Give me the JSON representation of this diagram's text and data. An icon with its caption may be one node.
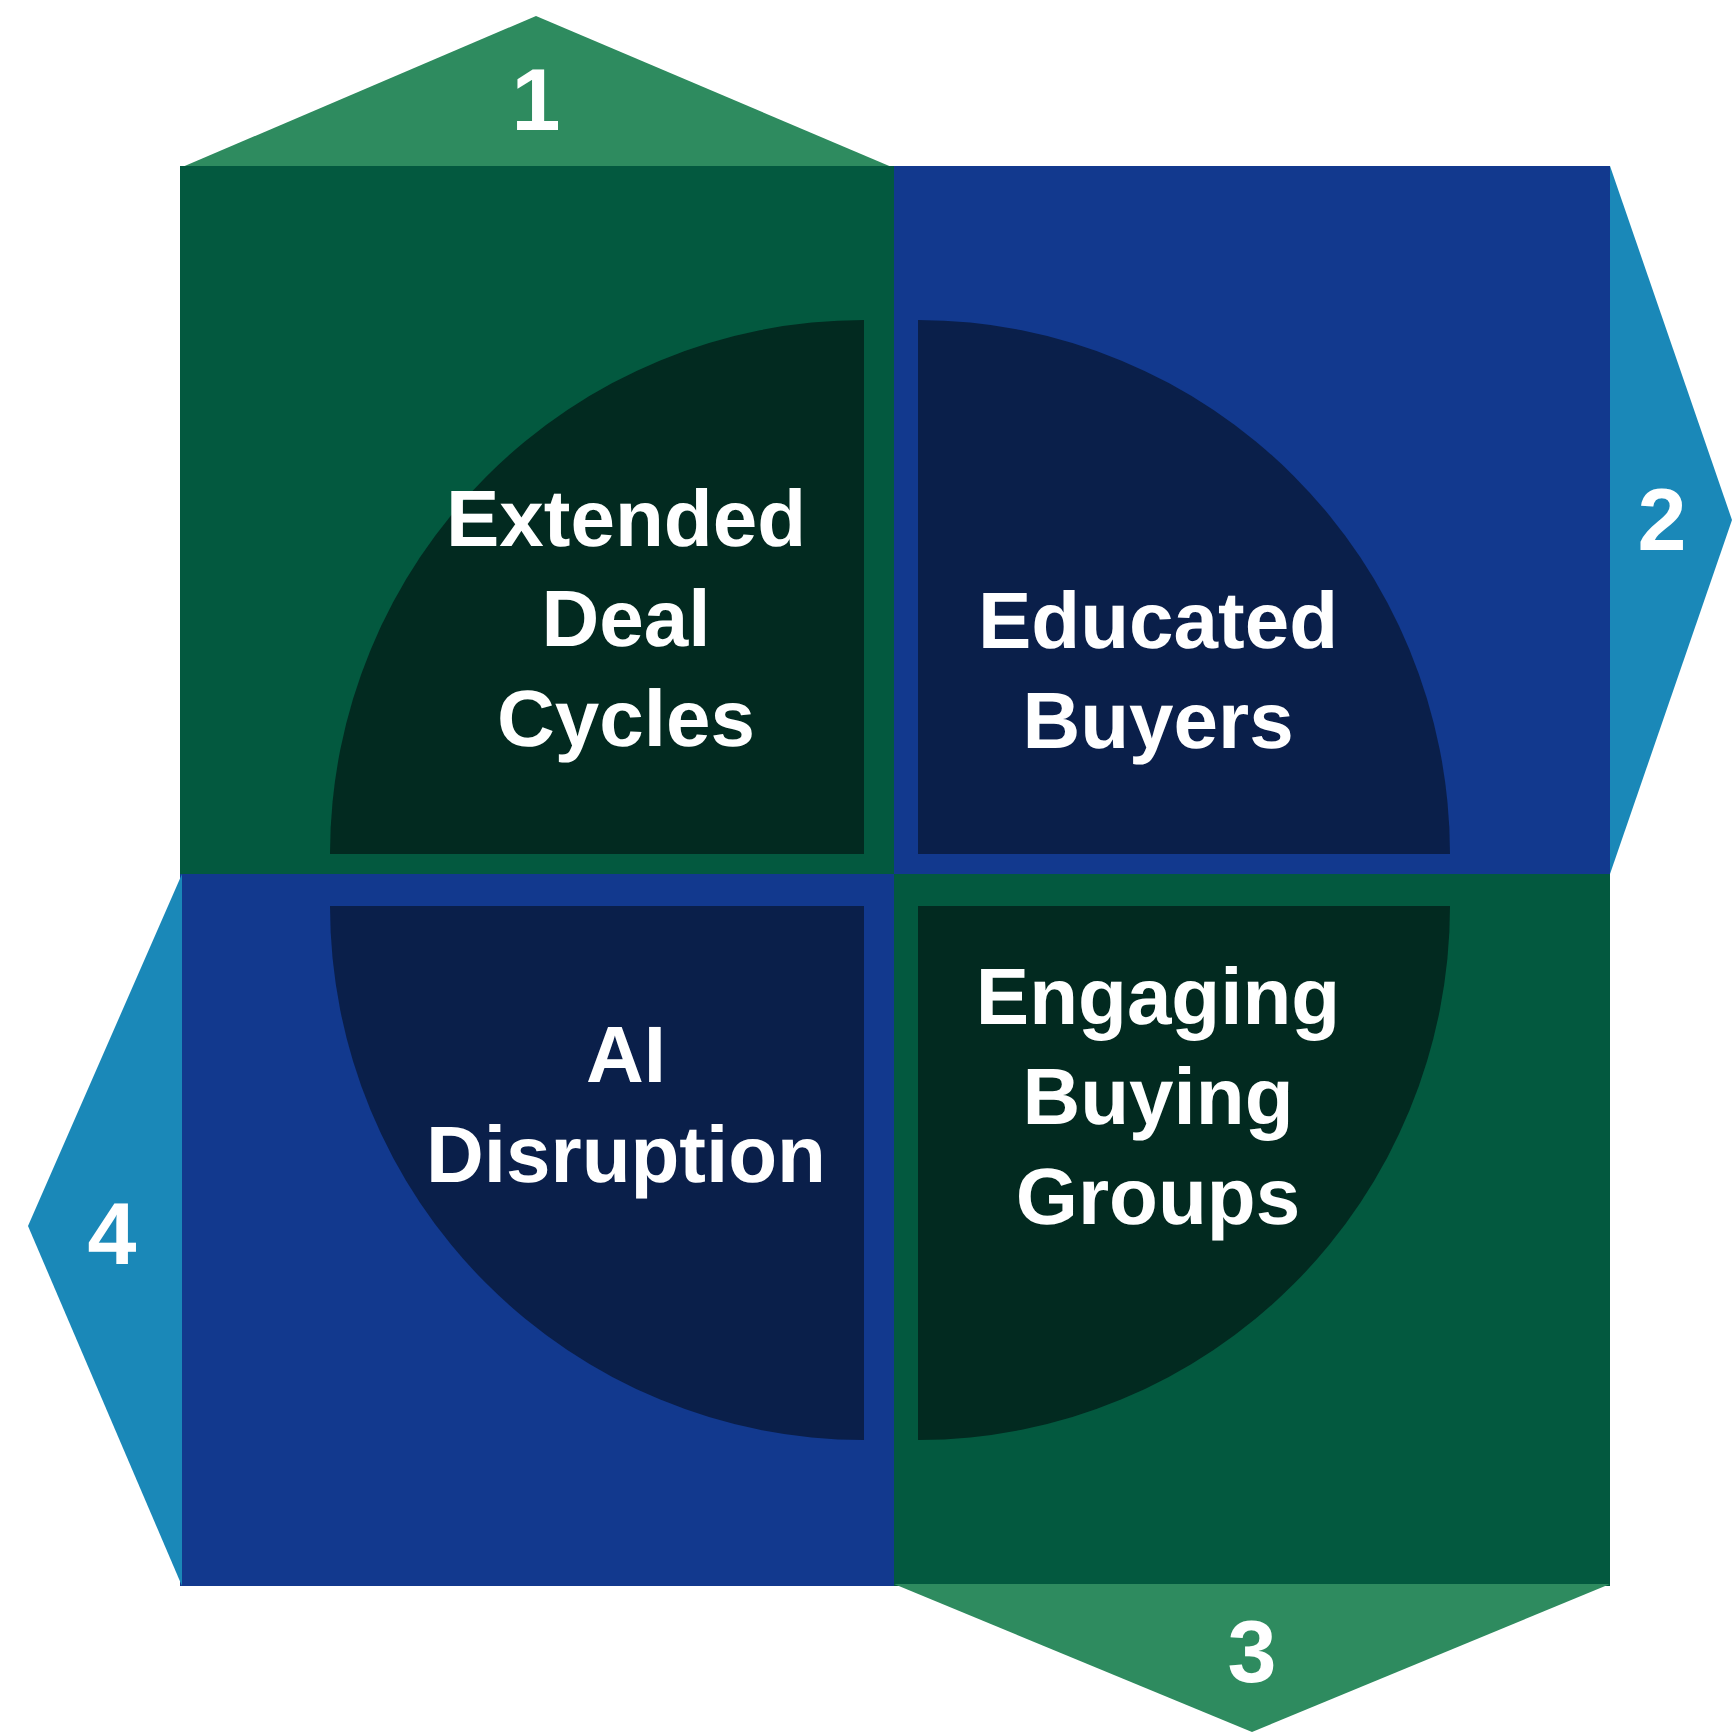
{
  "diagram": {
    "nodes": [
      {
        "text": [
          "1"
        ]
      },
      {
        "text": [],
        "shape": "box"
      },
      {
        "text": [
          "Extended Deal Cycles"
        ],
        "in": 1
      },
      {
        "text": [],
        "shape": "box"
      },
      {
        "text": [
          "Educated Buyers"
        ],
        "in": 3
      },
      {
        "text": [
          "2"
        ]
      },
      {
        "text": [],
        "shape": "box"
      },
      {
        "text": [
          "AI Disruption"
        ],
        "in": 6
      },
      {
        "text": [],
        "shape": "box"
      },
      {
        "text": [
          "Engaging Buying Groups"
        ],
        "in": 8
      },
      {
        "text": [
          "4"
        ]
      },
      {
        "text": [
          "3"
        ]
      }
    ]
  }
}
